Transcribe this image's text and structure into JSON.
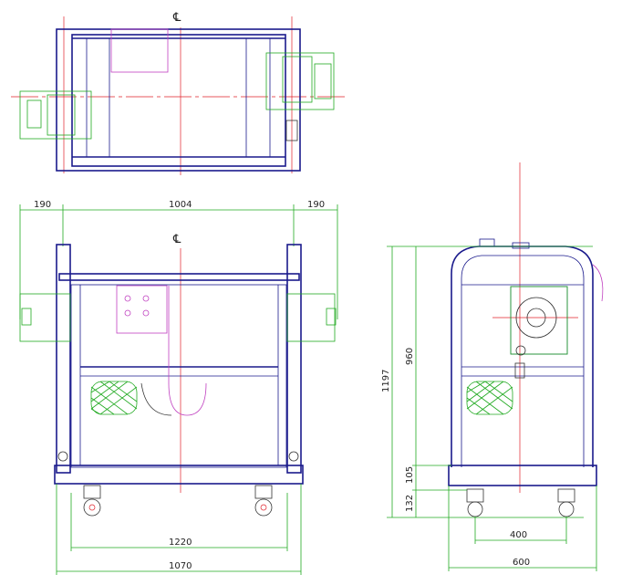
{
  "centerline_symbol": "℄",
  "dimensions": {
    "front_left": "190",
    "front_center": "1004",
    "front_right": "190",
    "wheelbase_front": "1220",
    "overall_front": "1070",
    "height_overall": "1197",
    "height_body": "960",
    "height_base": "105",
    "height_wheel": "132",
    "wheelbase_side": "400",
    "overall_side": "600"
  },
  "colors": {
    "frame": "#1a1a8c",
    "dimension": "#22aa22",
    "centerline": "#e0202a",
    "panel": "#c040c0"
  }
}
